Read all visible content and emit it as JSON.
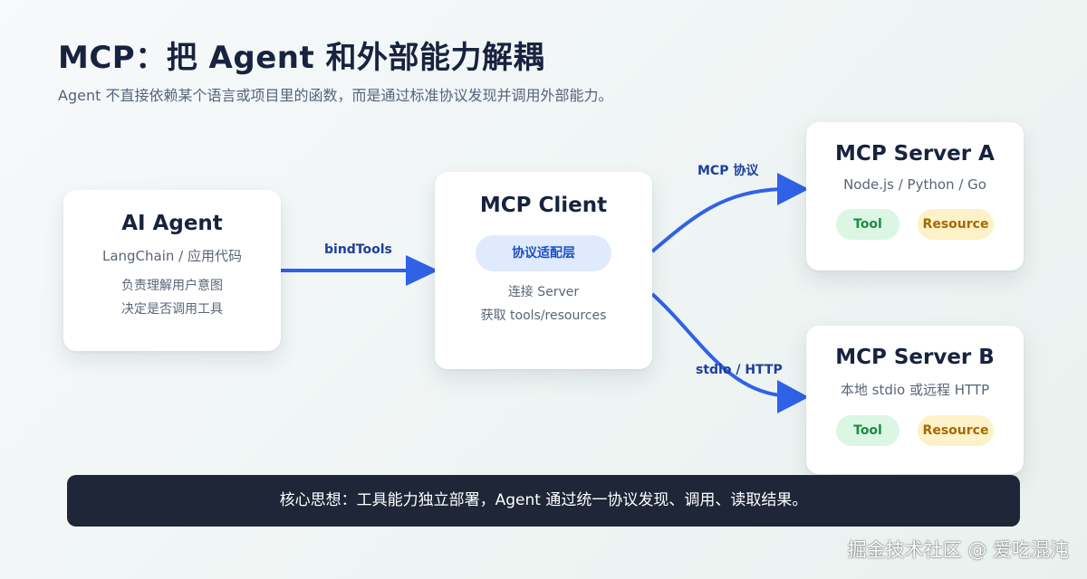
{
  "header": {
    "title": "MCP：把 Agent 和外部能力解耦",
    "subtitle": "Agent 不直接依赖某个语言或项目里的函数，而是通过标准协议发现并调用外部能力。"
  },
  "nodes": {
    "agent": {
      "title": "AI Agent",
      "subtitle": "LangChain / 应用代码",
      "desc_line1": "负责理解用户意图",
      "desc_line2": "决定是否调用工具"
    },
    "client": {
      "title": "MCP Client",
      "pill": "协议适配层",
      "desc_line1": "连接 Server",
      "desc_line2": "获取 tools/resources"
    },
    "server_a": {
      "title": "MCP Server A",
      "subtitle": "Node.js / Python / Go",
      "tag_tool": "Tool",
      "tag_resource": "Resource"
    },
    "server_b": {
      "title": "MCP Server B",
      "subtitle": "本地 stdio 或远程 HTTP",
      "tag_tool": "Tool",
      "tag_resource": "Resource"
    }
  },
  "edges": {
    "agent_to_client": "bindTools",
    "client_to_server_a": "MCP 协议",
    "client_to_server_b": "stdio / HTTP"
  },
  "banner": "核心思想：工具能力独立部署，Agent 通过统一协议发现、调用、读取结果。",
  "watermark": "掘金技术社区 @ 爱吃混沌",
  "colors": {
    "arrow": "#2f62e6",
    "banner_bg": "#1e2638",
    "tool_bg": "#dbf6e3",
    "resource_bg": "#fdf1c7",
    "pill_bg": "#dfeafc"
  }
}
